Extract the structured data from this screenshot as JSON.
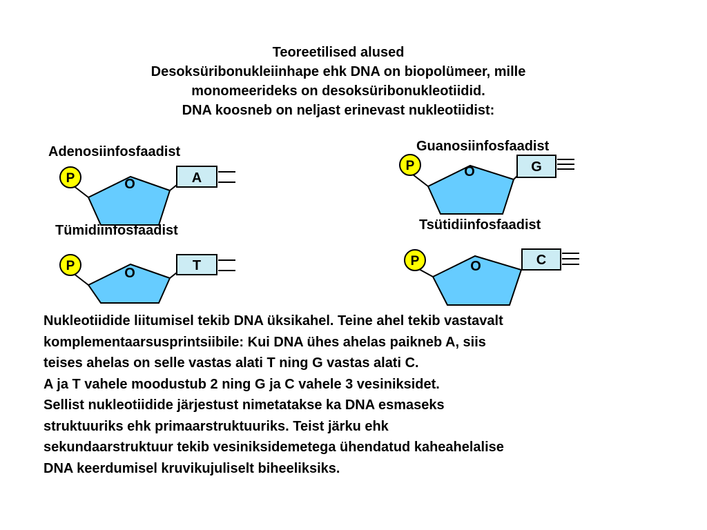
{
  "header": {
    "lines": [
      "Teoreetilised alused",
      "Desoksüribonukleiinhape ehk DNA on biopolümeer, mille",
      "monomeerideks on desoksüribonukleotiidid.",
      "DNA koosneb on neljast erinevast nukleotiidist:"
    ]
  },
  "nucleotides": [
    {
      "label": "Adenosiinfosfaadist",
      "phosphate": "P",
      "sugar": "O",
      "base": "A"
    },
    {
      "label": "Guanosiinfosfaadist",
      "phosphate": "P",
      "sugar": "O",
      "base": "G"
    },
    {
      "label": "Tümidiinfosfaadist",
      "phosphate": "P",
      "sugar": "O",
      "base": "T"
    },
    {
      "label": "Tsütidiinfosfaadist",
      "phosphate": "P",
      "sugar": "O",
      "base": "C"
    }
  ],
  "colors": {
    "phosphate": "#FFFF00",
    "sugar": "#66CCFF",
    "base": "#CCECF4"
  },
  "body": {
    "lines": [
      "Nukleotiidide liitumisel tekib DNA üksikahel. Teine ahel tekib vastavalt",
      "komplementaarsusprintsiibile: Kui DNA ühes ahelas paikneb A, siis",
      "teises ahelas on selle vastas alati T ning G vastas alati C.",
      "A ja T vahele moodustub 2 ning G ja C vahele 3 vesiniksidet.",
      "Sellist nukleotiidide järjestust nimetatakse ka DNA esmaseks",
      "struktuuriks ehk primaarstruktuuriks. Teist järku ehk",
      "sekundaarstruktuur tekib vesiniksidemetega ühendatud kaheahelalise",
      "DNA keerdumisel kruvikujuliselt biheeliksiks."
    ]
  }
}
